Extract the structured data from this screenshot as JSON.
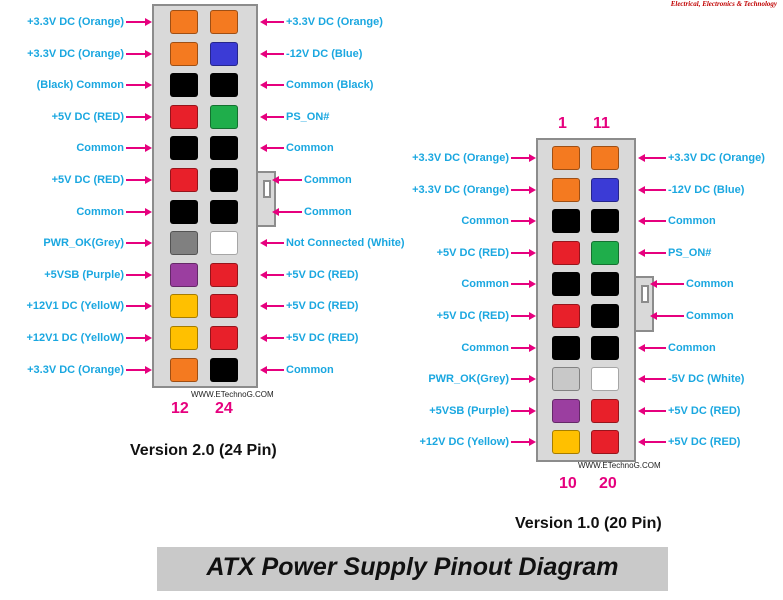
{
  "brand": "Electrical, Electronics & Technology",
  "title": "ATX Power Supply Pinout Diagram",
  "colors": {
    "label": "#1aa7e0",
    "arrow": "#e6007e",
    "number": "#e6007e",
    "body": "#d9d9d9"
  },
  "pin_colors": {
    "orange": "#f47a20",
    "blue": "#3b3bd6",
    "black": "#000000",
    "red": "#e8202a",
    "green": "#1fae4b",
    "grey": "#808080",
    "lightgrey": "#c8c8c8",
    "white": "#ffffff",
    "purple": "#9b3ea0",
    "yellow": "#ffc000"
  },
  "v24": {
    "version_label": "Version 2.0 (24 Pin)",
    "watermark": "WWW.ETechnoG.COM",
    "num_left": "12",
    "num_right": "24",
    "left": [
      {
        "label": "+3.3V DC (Orange)",
        "color": "orange"
      },
      {
        "label": "+3.3V DC (Orange)",
        "color": "orange"
      },
      {
        "label": "(Black) Common",
        "color": "black"
      },
      {
        "label": "+5V DC (RED)",
        "color": "red"
      },
      {
        "label": "Common",
        "color": "black"
      },
      {
        "label": "+5V DC (RED)",
        "color": "red"
      },
      {
        "label": "Common",
        "color": "black"
      },
      {
        "label": "PWR_OK(Grey)",
        "color": "grey"
      },
      {
        "label": "+5VSB (Purple)",
        "color": "purple"
      },
      {
        "label": "+12V1 DC (YelloW)",
        "color": "yellow"
      },
      {
        "label": "+12V1 DC (YelloW)",
        "color": "yellow"
      },
      {
        "label": "+3.3V DC (Orange)",
        "color": "orange"
      }
    ],
    "right": [
      {
        "label": "+3.3V DC (Orange)",
        "color": "orange"
      },
      {
        "label": "-12V DC (Blue)",
        "color": "blue"
      },
      {
        "label": "Common (Black)",
        "color": "black"
      },
      {
        "label": "PS_ON#",
        "color": "green"
      },
      {
        "label": "Common",
        "color": "black"
      },
      {
        "label": "Common",
        "color": "black"
      },
      {
        "label": "Common",
        "color": "black"
      },
      {
        "label": "Not Connected (White)",
        "color": "white"
      },
      {
        "label": "+5V DC (RED)",
        "color": "red"
      },
      {
        "label": "+5V DC (RED)",
        "color": "red"
      },
      {
        "label": "+5V DC (RED)",
        "color": "red"
      },
      {
        "label": "Common",
        "color": "black"
      }
    ]
  },
  "v20": {
    "version_label": "Version 1.0  (20 Pin)",
    "watermark": "WWW.ETechnoG.COM",
    "num_top_left": "1",
    "num_top_right": "11",
    "num_left": "10",
    "num_right": "20",
    "left": [
      {
        "label": "+3.3V DC (Orange)",
        "color": "orange"
      },
      {
        "label": "+3.3V DC (Orange)",
        "color": "orange"
      },
      {
        "label": "Common",
        "color": "black"
      },
      {
        "label": "+5V DC (RED)",
        "color": "red"
      },
      {
        "label": "Common",
        "color": "black"
      },
      {
        "label": "+5V DC (RED)",
        "color": "red"
      },
      {
        "label": "Common",
        "color": "black"
      },
      {
        "label": "PWR_OK(Grey)",
        "color": "lightgrey"
      },
      {
        "label": "+5VSB (Purple)",
        "color": "purple"
      },
      {
        "label": "+12V DC (Yellow)",
        "color": "yellow"
      }
    ],
    "right": [
      {
        "label": "+3.3V DC (Orange)",
        "color": "orange"
      },
      {
        "label": "-12V DC (Blue)",
        "color": "blue"
      },
      {
        "label": "Common",
        "color": "black"
      },
      {
        "label": "PS_ON#",
        "color": "green"
      },
      {
        "label": "Common",
        "color": "black"
      },
      {
        "label": "Common",
        "color": "black"
      },
      {
        "label": "Common",
        "color": "black"
      },
      {
        "label": "-5V DC (White)",
        "color": "white"
      },
      {
        "label": "+5V DC (RED)",
        "color": "red"
      },
      {
        "label": "+5V DC (RED)",
        "color": "red"
      }
    ]
  }
}
